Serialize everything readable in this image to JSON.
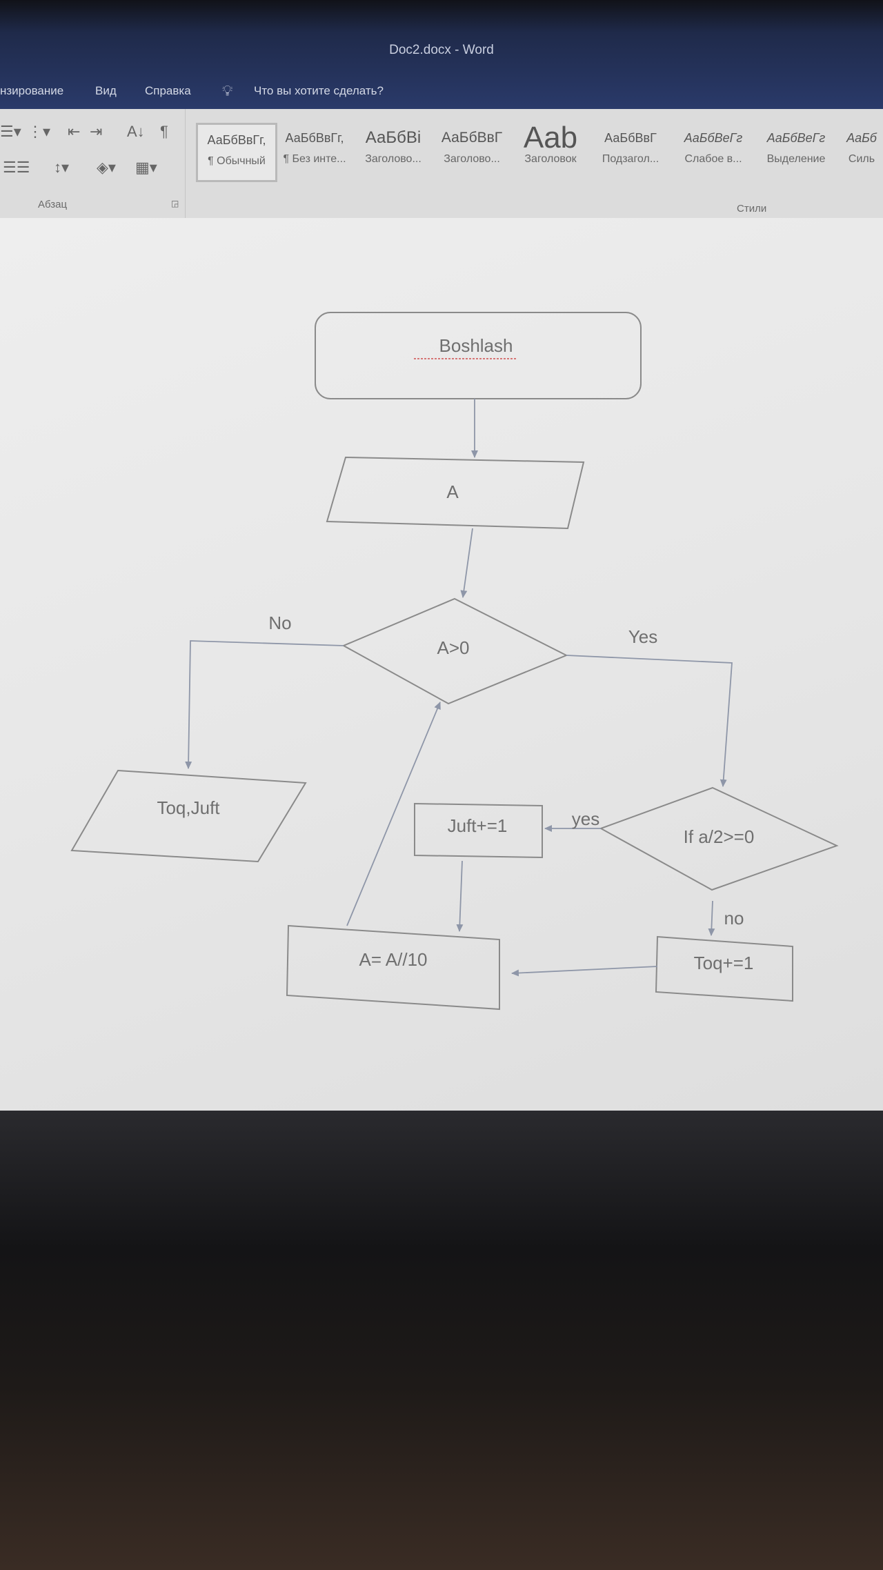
{
  "window": {
    "title": "Doc2.docx  -  Word"
  },
  "menu": {
    "items": [
      "нзирование",
      "Вид",
      "Справка"
    ],
    "tell_me": "Что вы хотите сделать?"
  },
  "ribbon": {
    "paragraph_group": "Абзац",
    "styles_group": "Стили",
    "styles": [
      {
        "preview": "АаБбВвГг,",
        "name": "¶ Обычный"
      },
      {
        "preview": "АаБбВвГг,",
        "name": "¶ Без инте..."
      },
      {
        "preview": "АаБбВі",
        "name": "Заголово..."
      },
      {
        "preview": "АаБбВвГ",
        "name": "Заголово..."
      },
      {
        "preview": "Aab",
        "name": "Заголовок"
      },
      {
        "preview": "АаБбВвГ",
        "name": "Подзагол..."
      },
      {
        "preview": "АаБбВеГг",
        "name": "Слабое в..."
      },
      {
        "preview": "АаБбВеГг",
        "name": "Выделение"
      },
      {
        "preview": "АаБб",
        "name": "Силь"
      }
    ]
  },
  "flowchart": {
    "start": "Boshlash",
    "input": "A",
    "condition1": "A>0",
    "no_label": "No",
    "yes_label": "Yes",
    "output": "Toq,Juft",
    "condition2": "If a/2>=0",
    "yes_label2": "yes",
    "no_label2": "no",
    "juft_step": "Juft+=1",
    "toq_step": "Toq+=1",
    "divide_step": "A= A//10"
  },
  "colors": {
    "titlebar": "#2a3a6a",
    "ribbon": "#dcdcdc",
    "page": "#e9e9e9"
  }
}
